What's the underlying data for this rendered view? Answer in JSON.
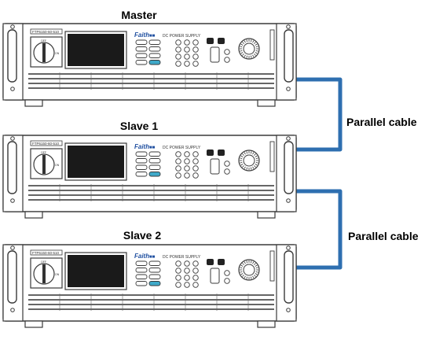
{
  "units": [
    {
      "title": "Master",
      "model": "FTP6150-60-510",
      "brand": "Faith",
      "brand_badge": "■■",
      "product": "DC POWER SUPPLY",
      "switch_off": "OFF",
      "switch_on": "ON"
    },
    {
      "title": "Slave 1",
      "model": "FTP6150-60-510",
      "brand": "Faith",
      "brand_badge": "■■",
      "product": "DC POWER SUPPLY",
      "switch_off": "OFF",
      "switch_on": "ON"
    },
    {
      "title": "Slave 2",
      "model": "FTP6150-60-510",
      "brand": "Faith",
      "brand_badge": "■■",
      "product": "DC POWER SUPPLY",
      "switch_off": "OFF",
      "switch_on": "ON"
    }
  ],
  "cables": [
    {
      "label": "Parallel cable",
      "from": "Master",
      "to": "Slave 1"
    },
    {
      "label": "Parallel cable",
      "from": "Slave 1",
      "to": "Slave 2"
    }
  ],
  "colors": {
    "cable": "#2e6fb0",
    "outline": "#3a3a3a",
    "screen": "#1a1a1a",
    "accent_key": "#3fa9c9",
    "brand": "#1f4fa0"
  }
}
